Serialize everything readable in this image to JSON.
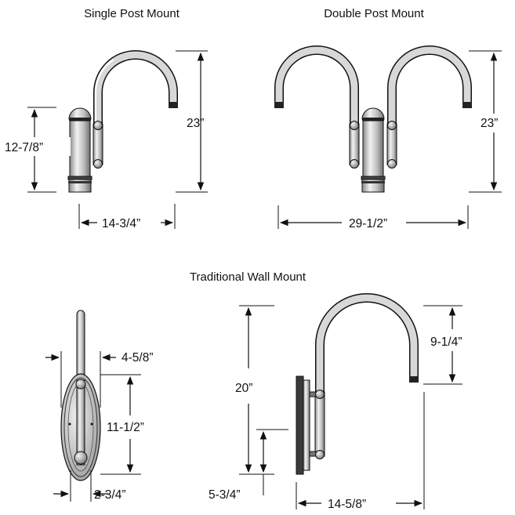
{
  "titles": {
    "single": "Single Post Mount",
    "double": "Double Post Mount",
    "wall": "Traditional Wall Mount"
  },
  "dimensions": {
    "single_height_post": "12-7/8”",
    "single_height_total": "23”",
    "single_width": "14-3/4”",
    "double_height_total": "23”",
    "double_width": "29-1/2”",
    "wall_front_width": "4-5/8”",
    "wall_front_height": "11-1/2”",
    "wall_front_base": "2-3/4”",
    "wall_side_height": "20”",
    "wall_side_drop": "9-1/4”",
    "wall_side_low": "5-3/4”",
    "wall_side_reach": "14-5/8”"
  },
  "colors": {
    "ink": "#111111",
    "metal_light": "#e6e6e6",
    "metal_mid": "#bdbdbd",
    "metal_dark": "#7a7a7a"
  }
}
